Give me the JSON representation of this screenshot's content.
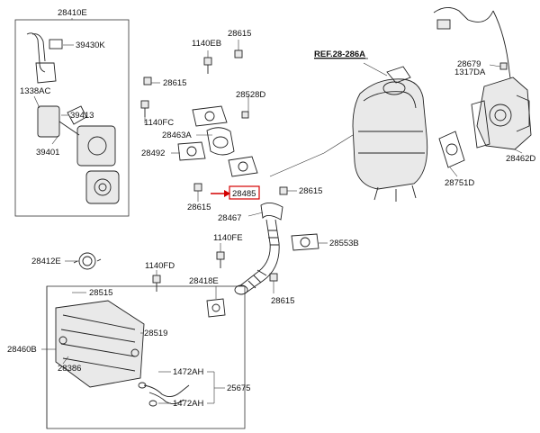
{
  "diagram": {
    "reference": "REF.28-286A",
    "highlight_color": "#d40000",
    "labels": {
      "p28410E": "28410E",
      "p39430K": "39430K",
      "p1338AC": "1338AC",
      "p39413": "39413",
      "p39401": "39401",
      "p28615a": "28615",
      "p1140FC": "1140FC",
      "p1140EB": "1140EB",
      "p28615b": "28615",
      "p28528D": "28528D",
      "p28463A": "28463A",
      "p28492": "28492",
      "p28485": "28485",
      "p28615c": "28615",
      "p28615d": "28615",
      "p28467": "28467",
      "p28553B": "28553B",
      "p1140FE": "1140FE",
      "p1140FD": "1140FD",
      "p28418E": "28418E",
      "p28615e": "28615",
      "p28412E": "28412E",
      "p28515": "28515",
      "p28519": "28519",
      "p28460B": "28460B",
      "p28386": "28386",
      "p1472AH_top": "1472AH",
      "p1472AH_bot": "1472AH",
      "p25675": "25675",
      "p28679": "28679",
      "p1317DA": "1317DA",
      "p28462D": "28462D",
      "p28751D": "28751D"
    }
  }
}
